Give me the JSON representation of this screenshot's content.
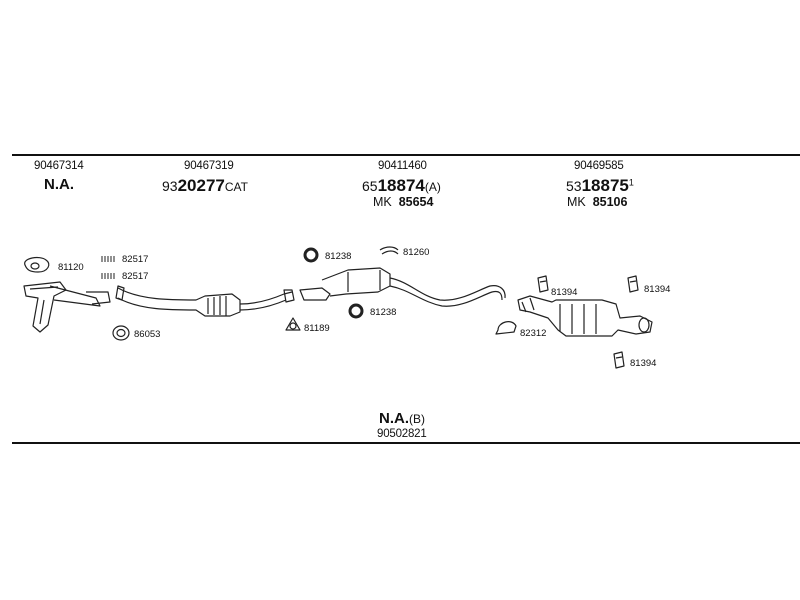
{
  "header_parts": [
    {
      "number": "90467314",
      "label": "N.A."
    },
    {
      "number": "90467319",
      "prefix": "93",
      "bold": "20277",
      "suffix": "CAT"
    },
    {
      "number": "90411460",
      "prefix": "65",
      "bold": "18874",
      "suffix": "(A)",
      "mk_prefix": "MK",
      "mk_bold": "85654"
    },
    {
      "number": "90469585",
      "prefix": "53",
      "bold": "18875",
      "suffix": "1",
      "mk_prefix": "MK",
      "mk_bold": "85106"
    }
  ],
  "callouts": [
    "81120",
    "82517",
    "82517",
    "86053",
    "81189",
    "81238",
    "81260",
    "81238",
    "81394",
    "81394",
    "82312",
    "81394"
  ],
  "footer": {
    "label": "N.A.",
    "suffix": "(B)",
    "number": "90502821"
  }
}
